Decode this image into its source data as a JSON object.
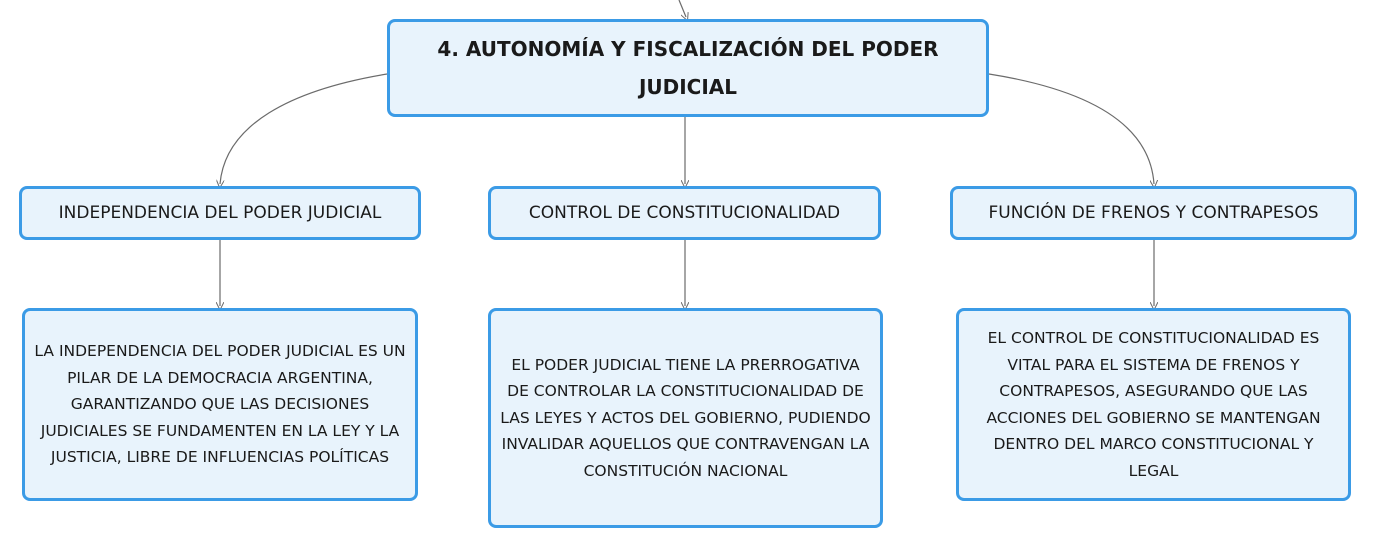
{
  "root": {
    "title": "4. AUTONOMÍA Y FISCALIZACIÓN DEL PODER JUDICIAL"
  },
  "branches": [
    {
      "label": "INDEPENDENCIA DEL PODER JUDICIAL",
      "detail": "LA INDEPENDENCIA DEL PODER JUDICIAL ES UN PILAR DE LA DEMOCRACIA ARGENTINA, GARANTIZANDO QUE LAS DECISIONES JUDICIALES SE FUNDAMENTEN EN LA LEY Y LA JUSTICIA, LIBRE DE INFLUENCIAS POLÍTICAS"
    },
    {
      "label": "CONTROL DE CONSTITUCIONALIDAD",
      "detail": "EL PODER JUDICIAL TIENE LA PRERROGATIVA DE CONTROLAR LA CONSTITUCIONALIDAD DE LAS LEYES Y ACTOS DEL GOBIERNO, PUDIENDO INVALIDAR AQUELLOS QUE CONTRAVENGAN LA CONSTITUCIÓN NACIONAL"
    },
    {
      "label": "FUNCIÓN DE FRENOS Y CONTRAPESOS",
      "detail": "EL CONTROL DE CONSTITUCIONALIDAD ES VITAL PARA EL SISTEMA DE FRENOS Y CONTRAPESOS, ASEGURANDO QUE LAS ACCIONES DEL GOBIERNO SE MANTENGAN DENTRO DEL MARCO CONSTITUCIONAL Y LEGAL"
    }
  ],
  "colors": {
    "node_fill": "#e8f3fc",
    "node_border": "#3b9be6",
    "connector": "#6b6b6b"
  }
}
